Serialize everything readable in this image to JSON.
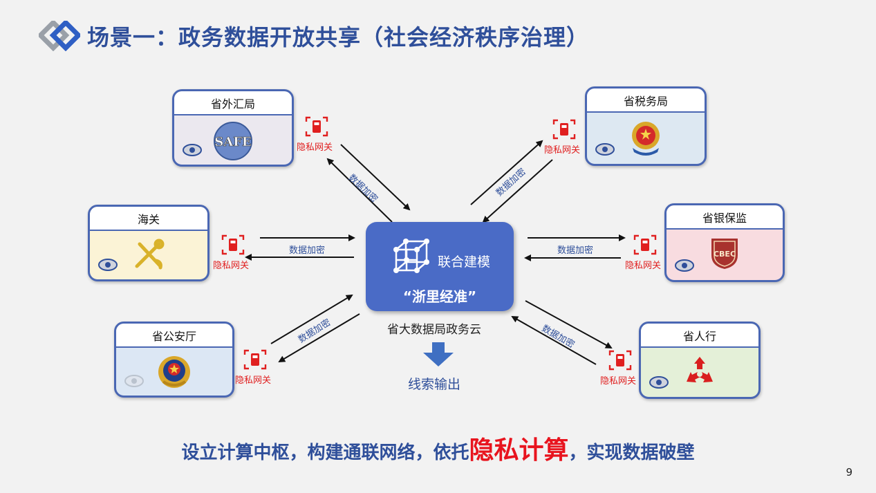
{
  "title": "场景一：政务数据开放共享（社会经济秩序治理）",
  "center": {
    "label": "联合建模",
    "quote": "“浙里经准”",
    "caption": "省大数据局政务云"
  },
  "output_label": "线索输出",
  "gateway_label": "隐私网关",
  "encrypt_label": "数据加密",
  "nodes": {
    "safe": {
      "name": "省外汇局",
      "logo_text": "SAFE"
    },
    "tax": {
      "name": "省税务局"
    },
    "customs": {
      "name": "海关"
    },
    "cbirc": {
      "name": "省银保监",
      "logo_text": "CBEC"
    },
    "police": {
      "name": "省公安厅"
    },
    "pboc": {
      "name": "省人行"
    }
  },
  "bottom": {
    "part1": "设立计算中枢，构建通联网络，依托",
    "highlight": "隐私计算",
    "part2": "，实现数据破壁"
  },
  "page_number": "9",
  "colors": {
    "brand": "#2f4f9a",
    "center": "#4a6bc6",
    "highlight": "#e8141e"
  }
}
